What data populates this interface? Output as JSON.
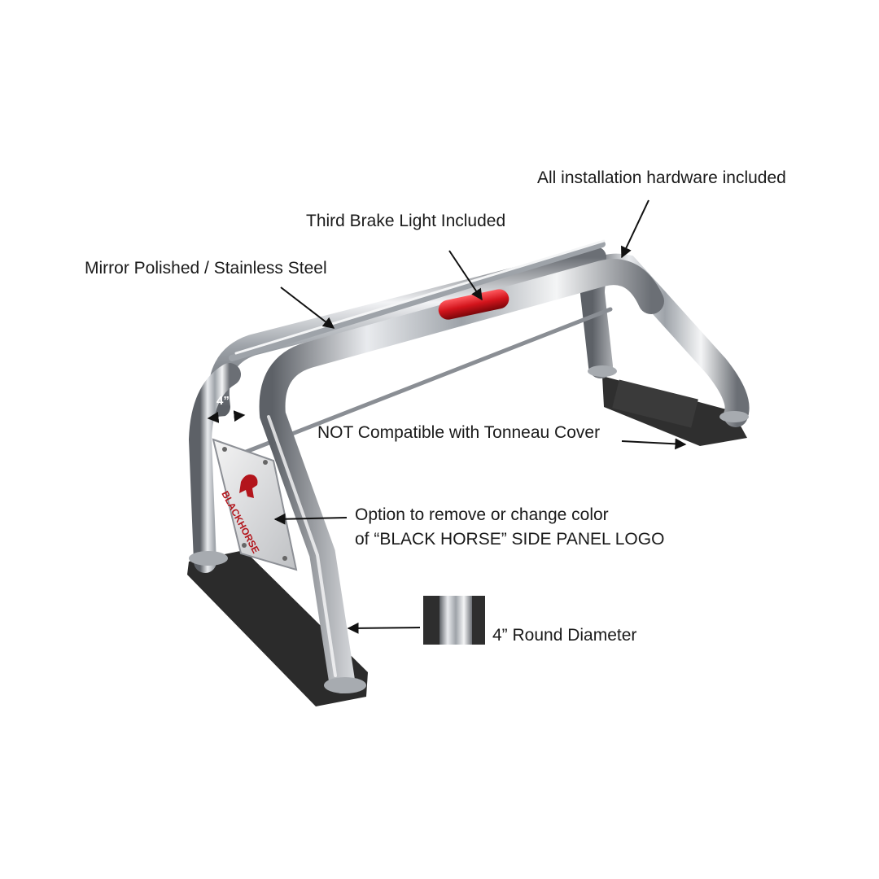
{
  "annotations": {
    "hardware": "All installation hardware included",
    "brake_light": "Third Brake Light Included",
    "material": "Mirror Polished / Stainless Steel",
    "tonneau": "NOT Compatible with Tonneau Cover",
    "logo_line1": "Option to remove or change color",
    "logo_line2": "of “BLACK HORSE” SIDE PANEL LOGO",
    "diameter": "4” Round Diameter",
    "width_marker": "4”"
  },
  "product": {
    "panel_logo_text": "BLACKHORSE"
  },
  "colors": {
    "chrome": "#c9ccd0",
    "chrome_dark": "#6e7278",
    "brake_light": "#d3141c",
    "mount_plate": "#2b2b2b",
    "logo_red": "#b3151c",
    "arrow": "#111111"
  }
}
